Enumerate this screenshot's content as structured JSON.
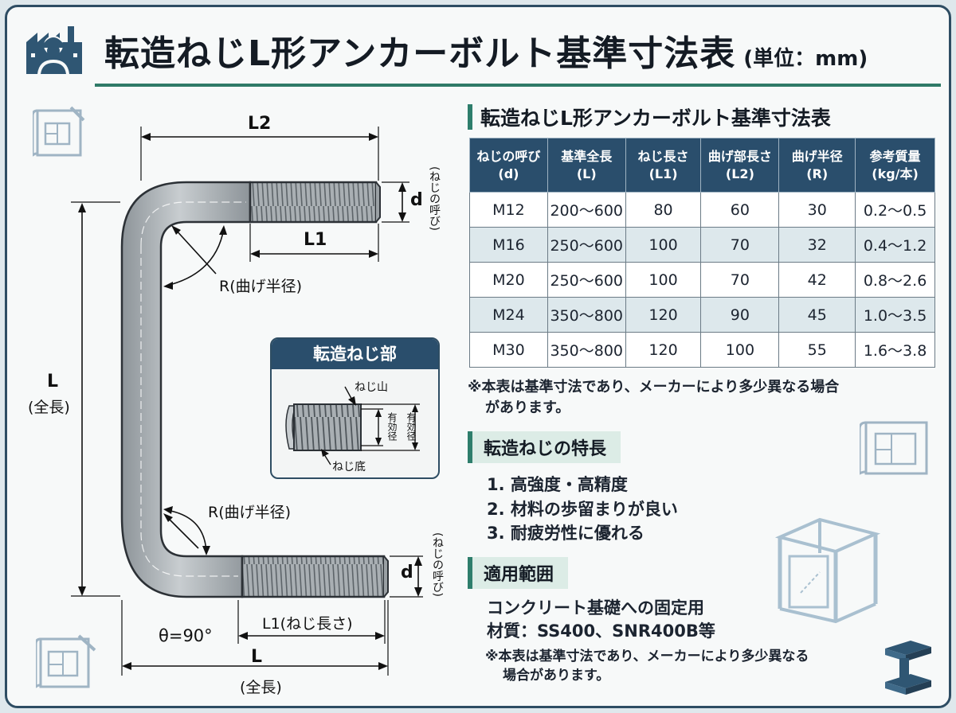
{
  "header": {
    "title": "転造ねじL形アンカーボルト基準寸法表",
    "unit": "(単位：mm)"
  },
  "diagram": {
    "labels": {
      "l2": "L2",
      "l1_top": "L1",
      "d_top": "d",
      "nominal_top": "(ねじの呼び)",
      "r_top": "R(曲げ半径)",
      "r_bottom": "R(曲げ半径)",
      "l_side": "L",
      "l_side_sub": "(全長)",
      "d_bottom": "d",
      "nominal_bottom": "(ねじの呼び)",
      "theta": "θ=90°",
      "l1_bottom": "L1(ねじ長さ)",
      "l_bottom": "L",
      "l_bottom_sub": "(全長)"
    },
    "inset": {
      "title": "転造ねじ部",
      "crest": "ねじ山",
      "root": "ねじ底",
      "eff1": "有効径",
      "eff2": "有効径"
    }
  },
  "table": {
    "title": "転造ねじL形アンカーボルト基準寸法表",
    "headers": [
      [
        "ねじの呼び",
        "(d)"
      ],
      [
        "基準全長",
        "(L)"
      ],
      [
        "ねじ長さ",
        "(L1)"
      ],
      [
        "曲げ部長さ",
        "(L2)"
      ],
      [
        "曲げ半径",
        "(R)"
      ],
      [
        "参考質量",
        "(kg/本)"
      ]
    ],
    "rows": [
      [
        "M12",
        "200～600",
        "80",
        "60",
        "30",
        "0.2～0.5"
      ],
      [
        "M16",
        "250～600",
        "100",
        "70",
        "32",
        "0.4～1.2"
      ],
      [
        "M20",
        "250～600",
        "100",
        "70",
        "42",
        "0.8～2.6"
      ],
      [
        "M24",
        "350～800",
        "120",
        "90",
        "45",
        "1.0～3.5"
      ],
      [
        "M30",
        "350～800",
        "120",
        "100",
        "55",
        "1.6～3.8"
      ]
    ],
    "note_line1": "※本表は基準寸法であり、メーカーにより多少異なる場合",
    "note_line2": "があります。"
  },
  "features": {
    "title": "転造ねじの特長",
    "items": [
      "1. 高強度・高精度",
      "2. 材料の歩留まりが良い",
      "3. 耐疲労性に優れる"
    ]
  },
  "application": {
    "title": "適用範囲",
    "line1": "コンクリート基礎への固定用",
    "line2": "材質：SS400、SNR400B等",
    "note_line1": "※本表は基準寸法であり、メーカーにより多少異なる",
    "note_line2": "場合があります。"
  },
  "colors": {
    "navy": "#2a4e6c",
    "green": "#2e7e6c",
    "row_alt": "#dde8ec"
  },
  "icons": [
    "worker-factory-icon",
    "blueprint-icon",
    "steel-frame-icon",
    "i-beam-icon"
  ]
}
